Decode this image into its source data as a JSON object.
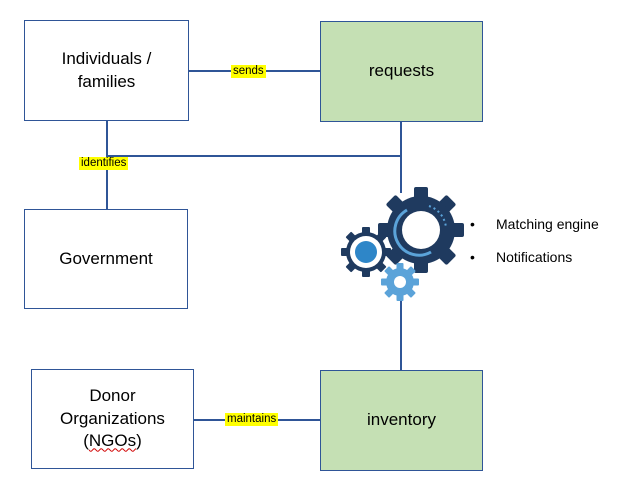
{
  "nodes": {
    "individuals": {
      "line1": "Individuals /",
      "line2": "families"
    },
    "requests": "requests",
    "government": "Government",
    "donors": {
      "line1": "Donor",
      "line2": "Organizations",
      "line3_prefix": "(",
      "line3_word": "NGOs",
      "line3_suffix": ")"
    },
    "inventory": "inventory"
  },
  "edge_labels": {
    "sends": "sends",
    "identifies": "identifies",
    "maintains": "maintains"
  },
  "engine": {
    "icon": "gears-icon",
    "features": [
      "Matching engine",
      "Notifications"
    ]
  },
  "colors": {
    "green_fill": "#c5e0b4",
    "border": "#2f5597",
    "highlight": "#ffff00",
    "gear_dark": "#1f3a5f",
    "gear_light": "#5ba3d9"
  }
}
